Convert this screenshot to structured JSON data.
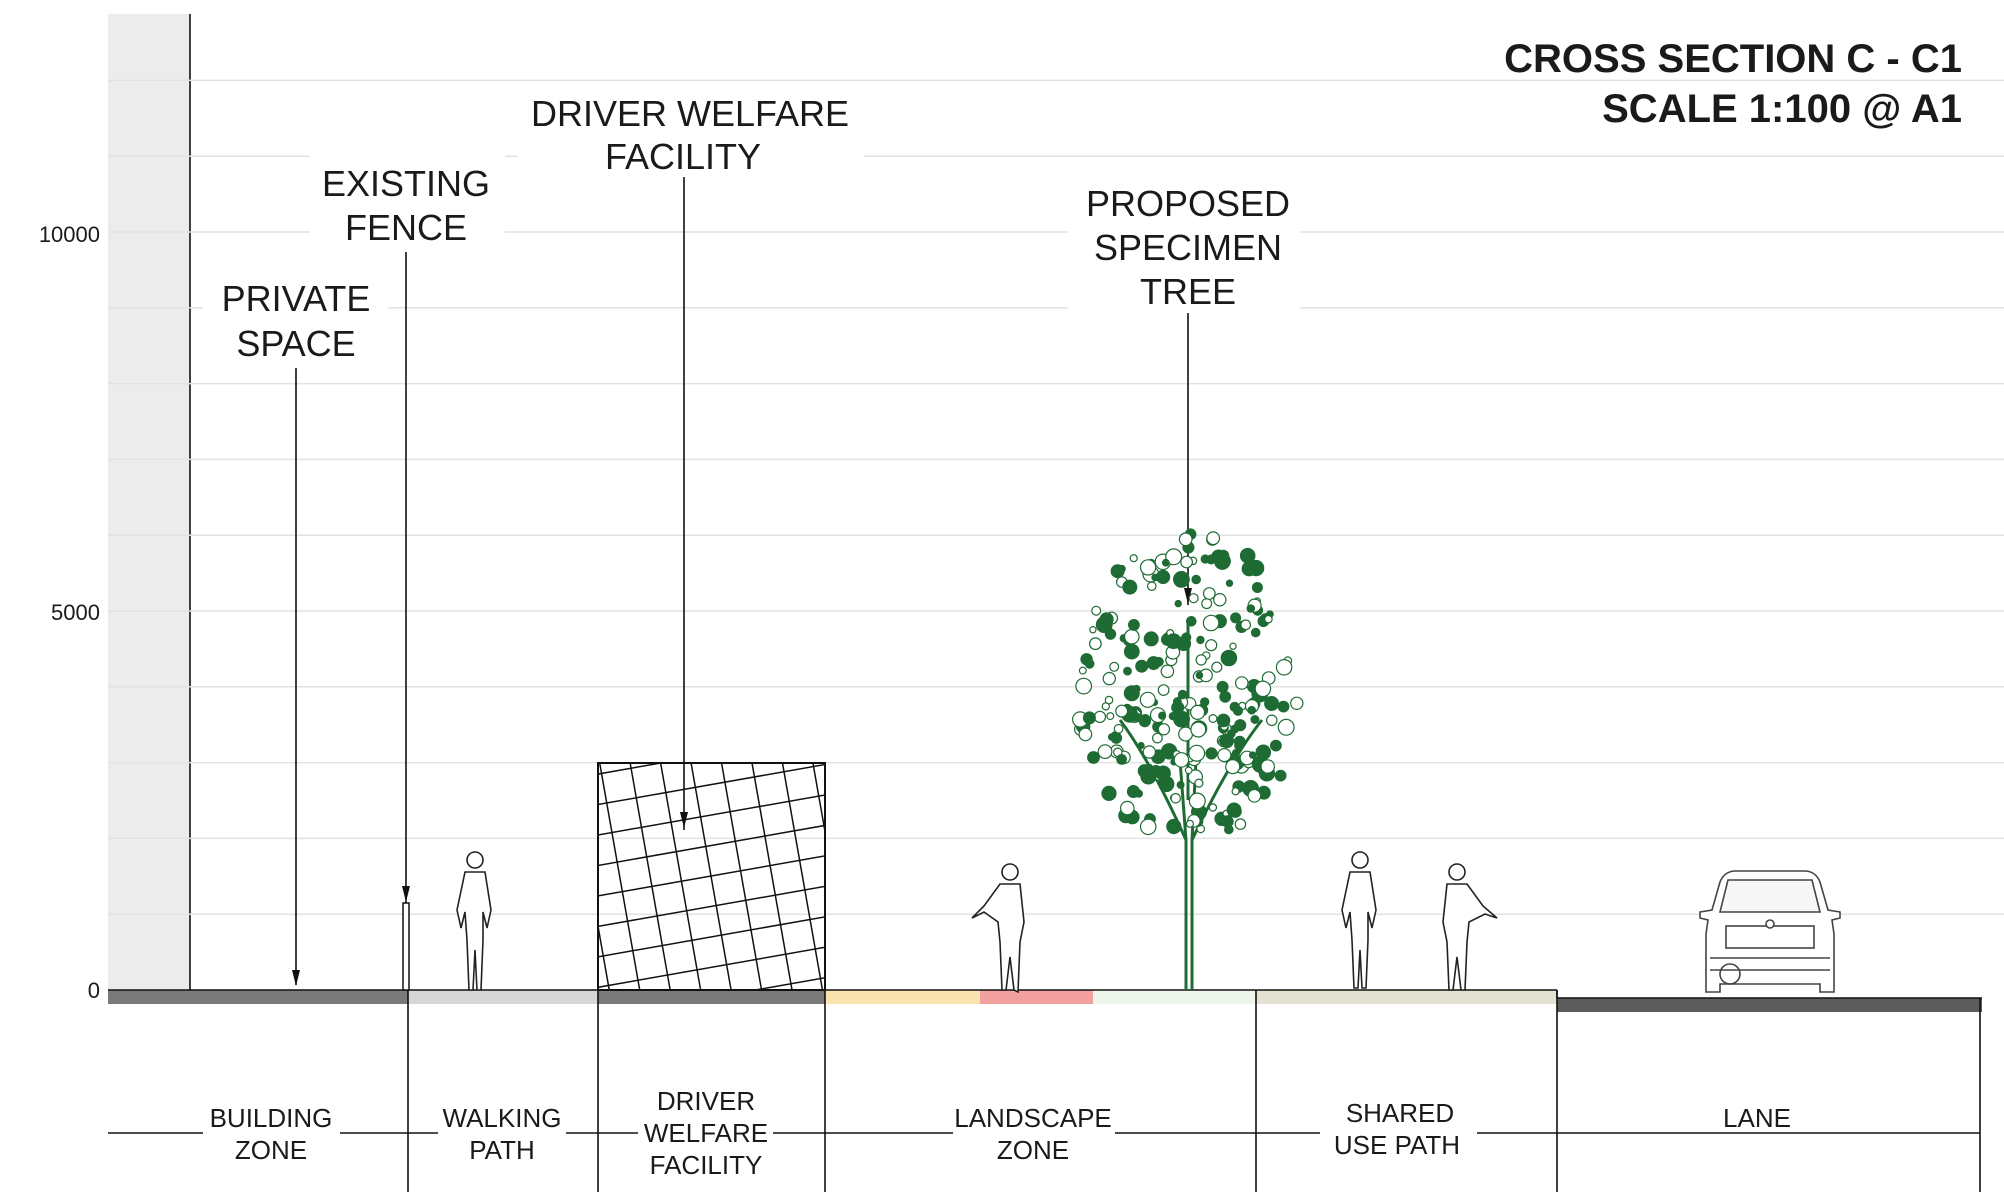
{
  "title": {
    "line1": "CROSS SECTION C - C1",
    "line2": "SCALE 1:100 @ A1"
  },
  "axis": {
    "ticks": [
      "10000",
      "5000",
      "0"
    ],
    "values": [
      10000,
      5000,
      0
    ]
  },
  "callouts": {
    "private_space": [
      "PRIVATE",
      "SPACE"
    ],
    "existing_fence": [
      "EXISTING",
      "FENCE"
    ],
    "driver_welfare": [
      "DRIVER WELFARE",
      "FACILITY"
    ],
    "specimen_tree": [
      "PROPOSED",
      "SPECIMEN",
      "TREE"
    ]
  },
  "zones": {
    "building": [
      "BUILDING",
      "ZONE"
    ],
    "walking": [
      "WALKING",
      "PATH"
    ],
    "driver": [
      "DRIVER",
      "WELFARE",
      "FACILITY"
    ],
    "landscape": [
      "LANDSCAPE",
      "ZONE"
    ],
    "shared": [
      "SHARED",
      "USE PATH"
    ],
    "lane": [
      "LANE"
    ]
  },
  "colors": {
    "grey_band": "#7a7a7a",
    "light_grey": "#d6d6d6",
    "dark_lane": "#5c5c5c",
    "yellow": "#fbe3b0",
    "pink": "#f2a0a0",
    "pale_green": "#eef5ea",
    "shared_path": "#e3e2d2",
    "tree": "#1f6b34",
    "building_fill": "#ececec"
  }
}
